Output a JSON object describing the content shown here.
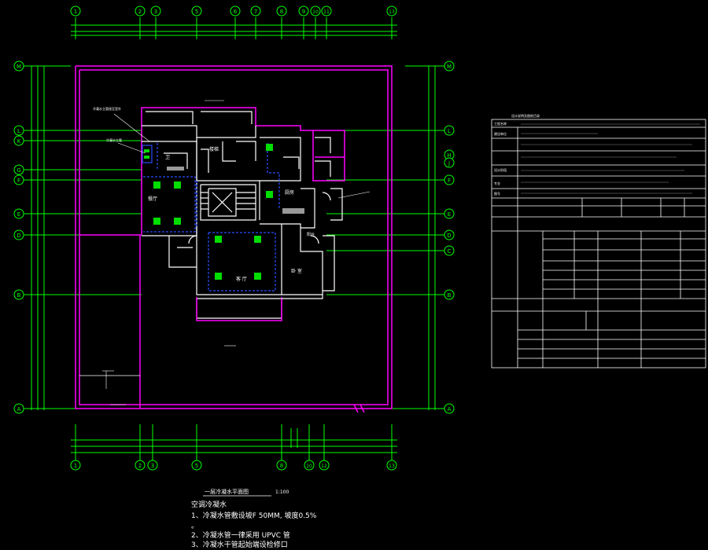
{
  "axes": {
    "columns": [
      "1",
      "2",
      "3",
      "5",
      "6",
      "7",
      "8",
      "9",
      "10",
      "11",
      "12",
      "13"
    ],
    "rows": [
      "M",
      "L",
      "K",
      "G",
      "F",
      "E",
      "D",
      "C",
      "B",
      "A",
      "H",
      "J"
    ]
  },
  "rooms": {
    "stair_left": "楼梯",
    "wc": "卫",
    "kitchen": "厨房",
    "dining": "餐厅",
    "living": "客 厅",
    "bedroom": "卧 室",
    "balcony": "阳台"
  },
  "labels": {
    "top_leader": "冷凝水立管接至室外",
    "left_leader": "冷凝水立管"
  },
  "plan_title": "一层冷凝水平面图",
  "plan_scale": "1:100",
  "notes": {
    "heading": "空调冷凝水",
    "line1": "1、冷凝水管敷设坡F  50MM,   坡度0.5%",
    "line1b": "。",
    "line2": "2、冷凝水管一律采用 UPVC   管",
    "line3": "3、冷凝水干管起始端设检修口"
  },
  "title_block": {
    "header": "设计说明及图纸目录",
    "rows": [
      "工程名称",
      "建设单位",
      "设计阶段",
      "专业",
      "图号"
    ]
  },
  "colors": {
    "grid": "#00ff00",
    "wall": "#ffffff",
    "boundary": "#ff00ff",
    "pipe": "#2a4dff",
    "equipment": "#00ff00"
  }
}
